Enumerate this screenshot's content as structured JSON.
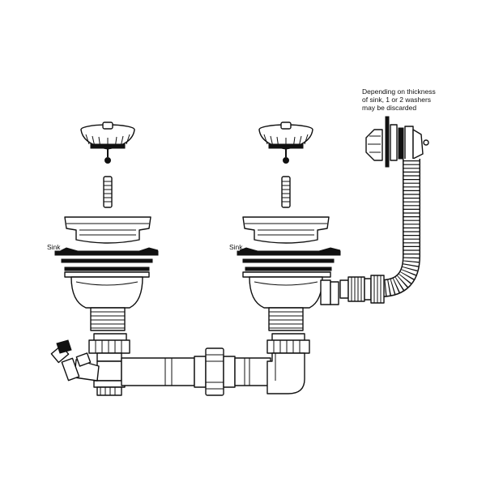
{
  "labels": {
    "note_lines": [
      "Depending on thickness",
      "of sink, 1 or 2 washers",
      "may be discarded"
    ],
    "sink_left": "Sink",
    "sink_right": "Sink"
  }
}
